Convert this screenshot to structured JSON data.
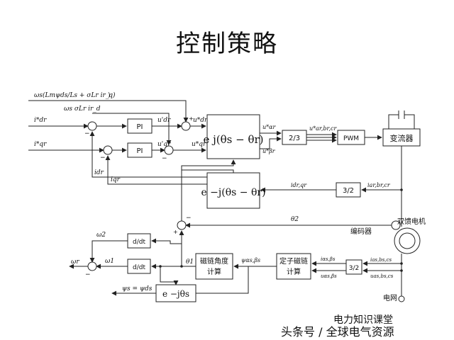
{
  "title": "控制策略",
  "signals": {
    "decouple_d": "ωs(Lmψds/Ls + σLr ir_q)",
    "decouple_d_paren": ")",
    "decouple_q": "ωs σLr ir_d",
    "idr_ref": "i*dr",
    "iqr_ref": "i*qr",
    "ud_pi": "u'dr",
    "uq_pi": "u'qr",
    "ud_ref": "u*dr",
    "uq_ref": "u*qr",
    "ualpha_ref": "u*αr",
    "ubeta_ref": "u*βr",
    "uabc_ref": "u*ar,br,cr",
    "idr_fb": "idr",
    "iqr_fb": "iqr",
    "ir_dq": "idr,qr",
    "ir_abc": "iar,br,cr",
    "theta2": "θ2",
    "omega2": "ω2",
    "omega1": "ω1",
    "omegar": "ωr",
    "theta1": "θ1",
    "psi_flux": "ψαs,βs",
    "is_ab": "iαs,βs",
    "us_ab": "uαs,βs",
    "is_abc": "ias,bs,cs",
    "us_abc": "uas,bs,cs",
    "psi_s": "ψs = ψds"
  },
  "blocks": {
    "pi_d": "PI",
    "pi_q": "PI",
    "park": "e j(θs − θr)",
    "inv_park": "e −j(θs − θr)",
    "two_three": "2/3",
    "pwm": "PWM",
    "converter": "变流器",
    "three_two_rotor": "3/2",
    "ddt_top": "d/dt",
    "ddt_bottom": "d/dt",
    "flux_angle_1": "磁链角度",
    "flux_angle_2": "计算",
    "stator_flux_1": "定子磁链",
    "stator_flux_2": "计算",
    "three_two_stator": "3/2",
    "rot_exp": "e −jθs"
  },
  "labels": {
    "motor": "双馈电机",
    "encoder": "编码器",
    "grid": "电网"
  },
  "watermark": {
    "text": "头条号 / 全球电气资源",
    "wechat": "电力知识课堂"
  }
}
